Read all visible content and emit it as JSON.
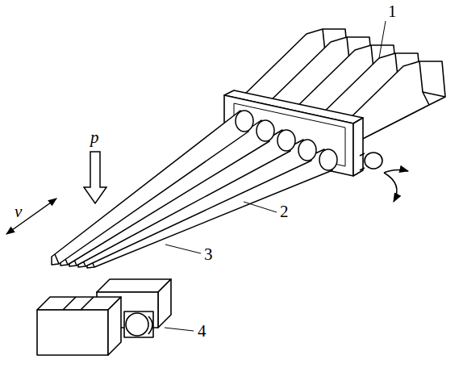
{
  "diagram": {
    "labels": [
      "1",
      "p",
      "v",
      "2",
      "3",
      "4"
    ]
  }
}
